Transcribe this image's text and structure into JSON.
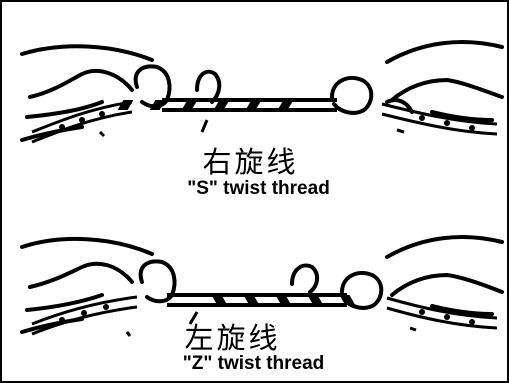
{
  "panels": [
    {
      "label_cn": "右旋线",
      "label_en": "\"S\" twist thread"
    },
    {
      "label_cn": "左旋线",
      "label_en": "\"Z\" twist thread"
    }
  ]
}
